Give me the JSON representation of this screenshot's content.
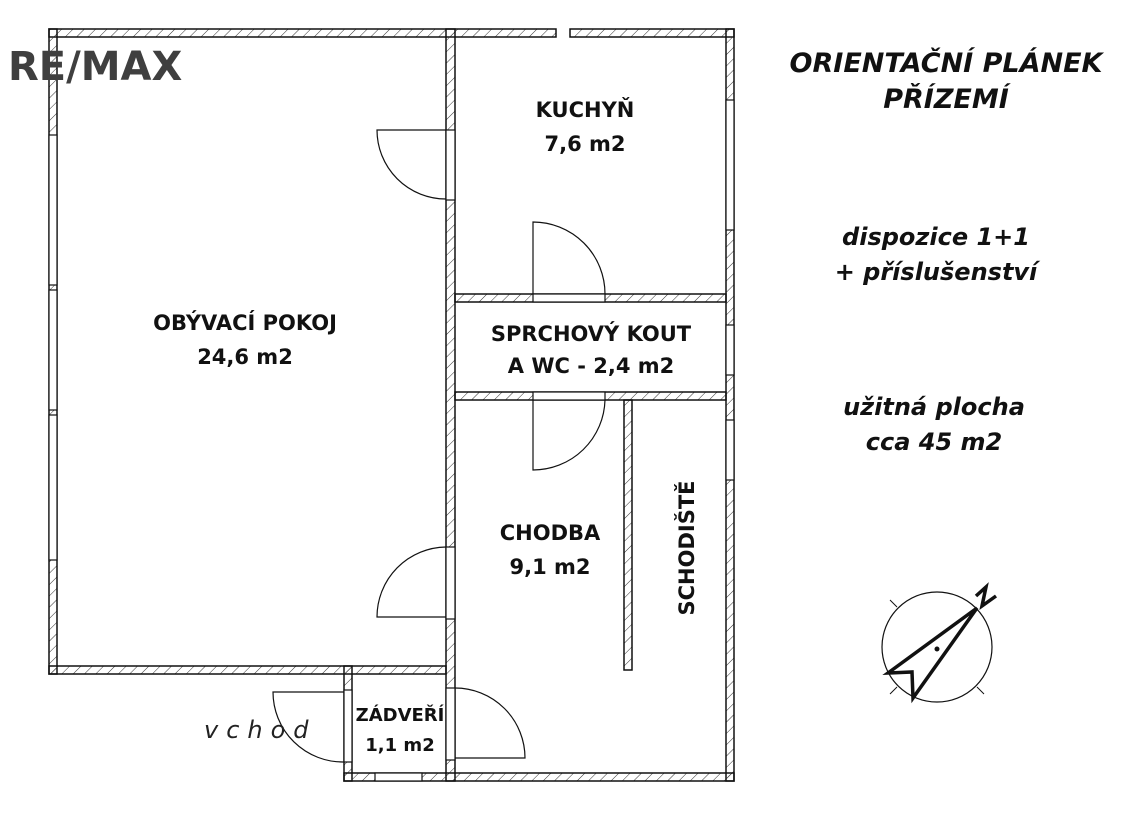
{
  "logo": "RE/MAX",
  "title": {
    "line1": "ORIENTAČNÍ PLÁNEK",
    "line2": "PŘÍZEMÍ"
  },
  "layout_info": {
    "line1": "dispozice 1+1",
    "line2": "+ příslušenství"
  },
  "area_info": {
    "line1": "užitná plocha",
    "line2": "cca 45 m2"
  },
  "rooms": {
    "living": {
      "name": "OBÝVACÍ POKOJ",
      "area": "24,6 m2"
    },
    "kitchen": {
      "name": "KUCHYŇ",
      "area": "7,6 m2"
    },
    "bathroom": {
      "name": "SPRCHOVÝ KOUT",
      "area": "A WC - 2,4 m2"
    },
    "hallway": {
      "name": "CHODBA",
      "area": "9,1 m2"
    },
    "stairs": {
      "name": "SCHODIŠTĚ"
    },
    "vestibule": {
      "name": "ZÁDVEŘÍ",
      "area": "1,1 m2"
    }
  },
  "entrance_label": "vchod",
  "compass_label": "N"
}
